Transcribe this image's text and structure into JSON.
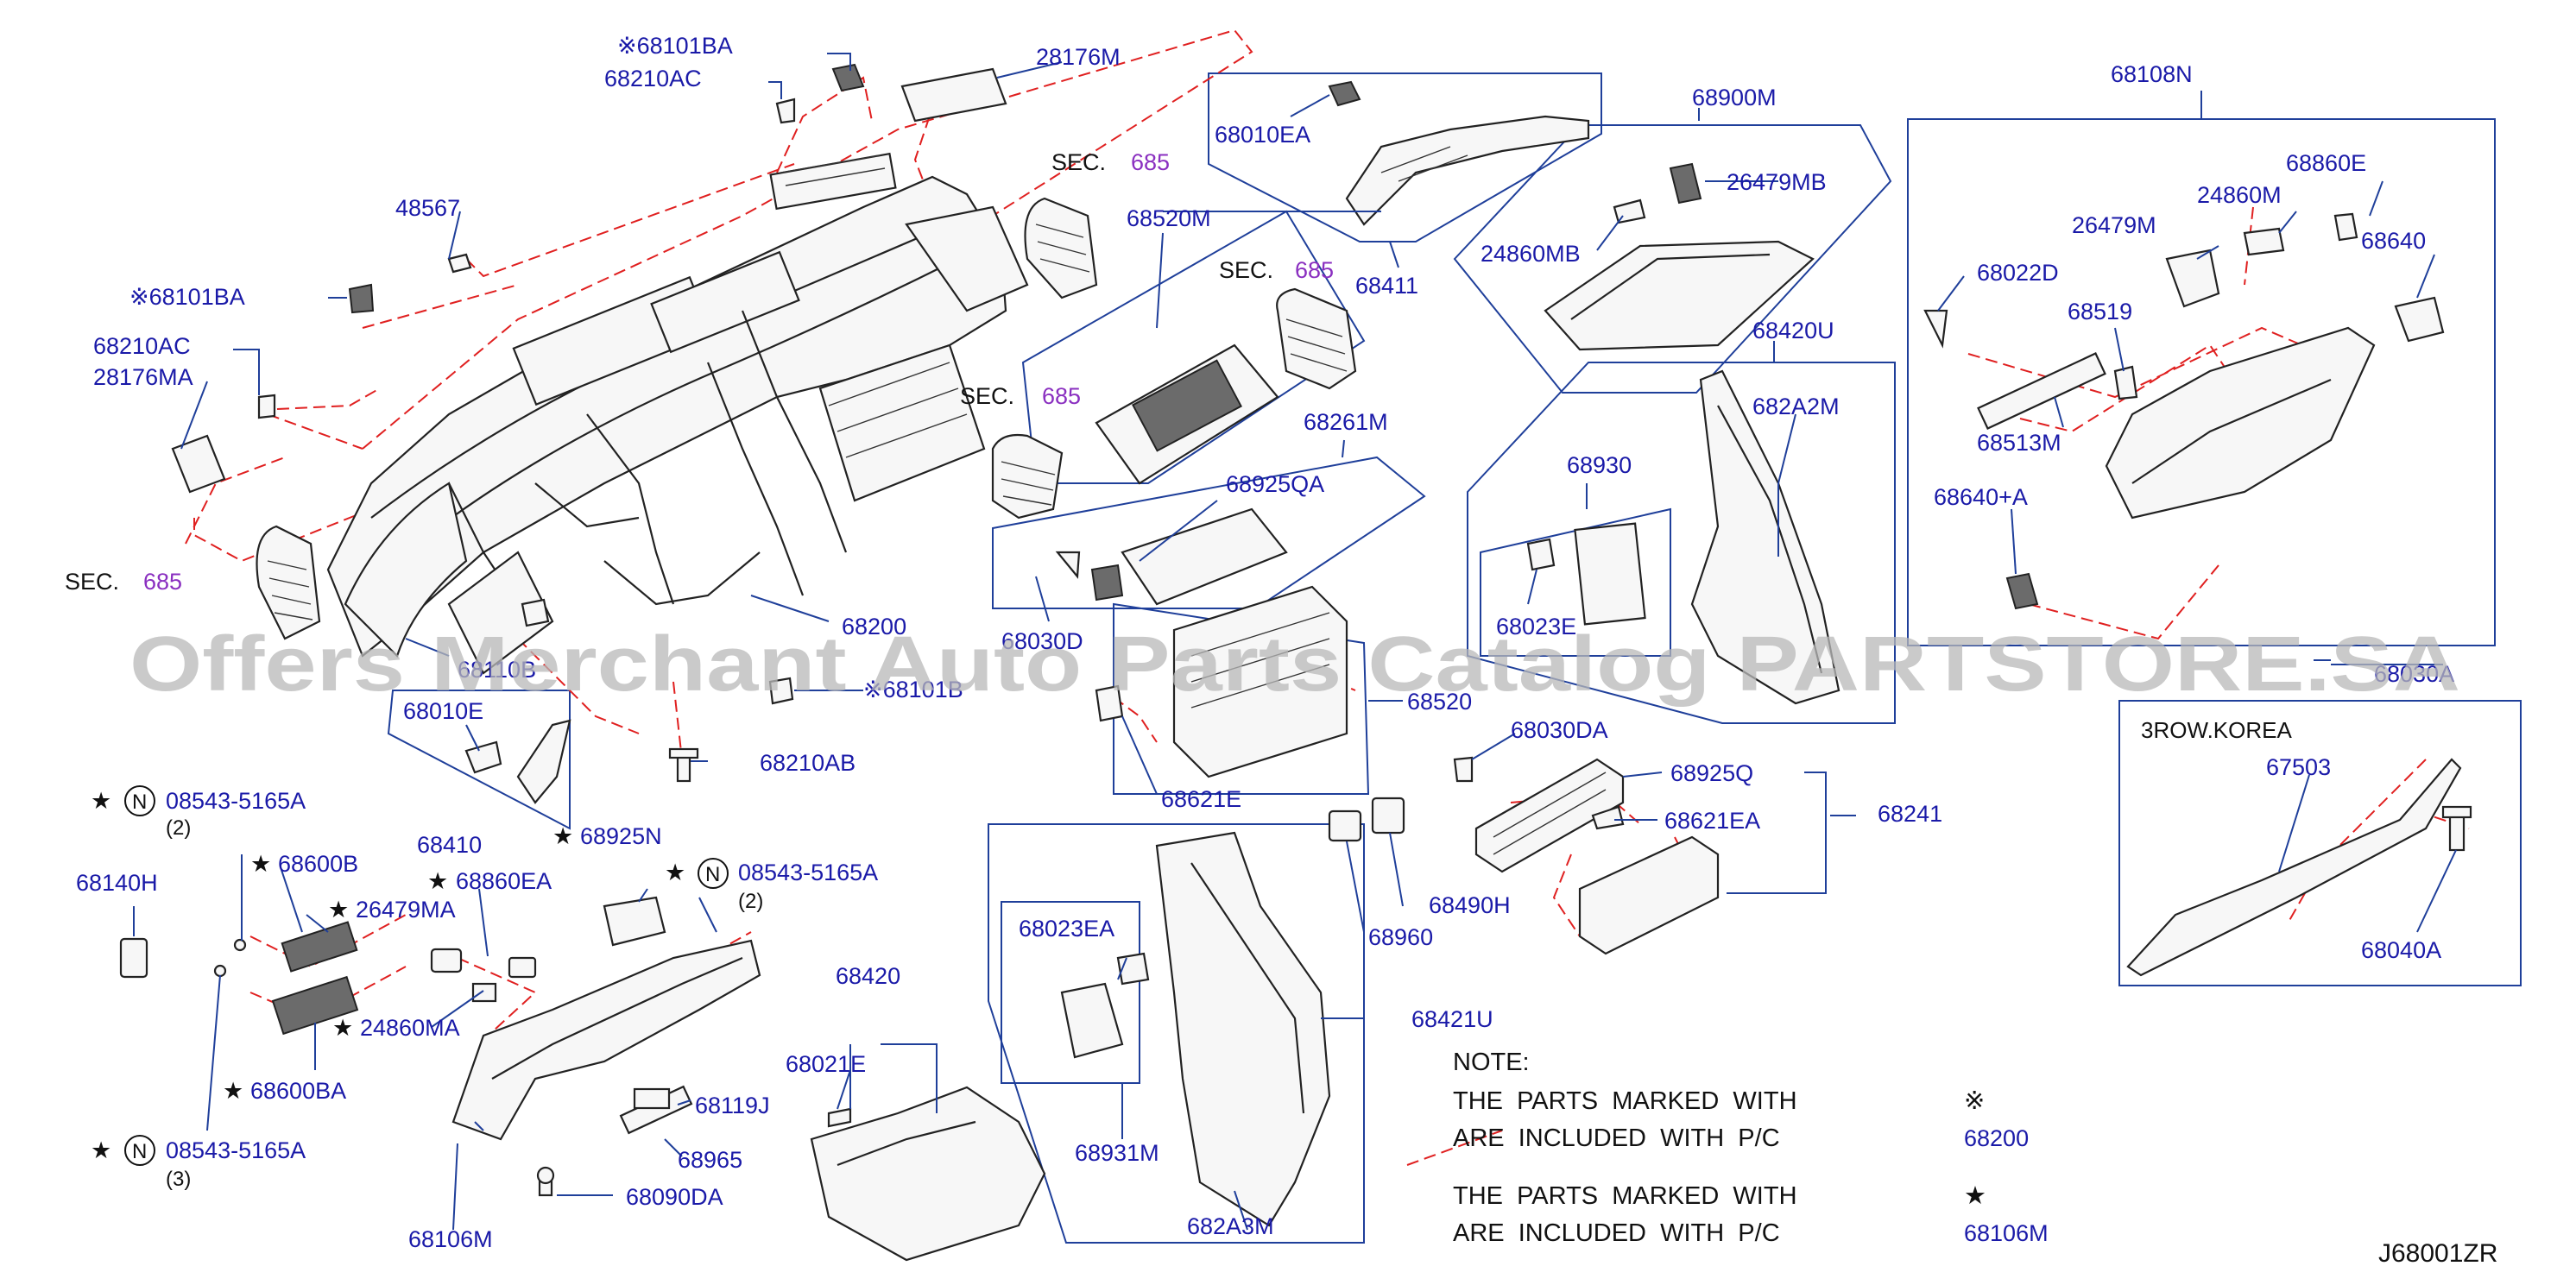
{
  "labels": {
    "p68101BA_top": "※68101BA",
    "p68210AC_top": "68210AC",
    "p28176M": "28176M",
    "p48567": "48567",
    "p68101BA_left": "※68101BA",
    "p68210AC_left": "68210AC",
    "p28176MA": "28176MA",
    "p68010EA": "68010EA",
    "p68411": "68411",
    "p68900M": "68900M",
    "p26479MB": "26479MB",
    "p24860MB": "24860MB",
    "p68108N": "68108N",
    "p68860E": "68860E",
    "p24860M": "24860M",
    "p26479M": "26479M",
    "p68640": "68640",
    "p68022D": "68022D",
    "p68519": "68519",
    "p68513M": "68513M",
    "p68640A": "68640+A",
    "p68520M": "68520M",
    "p68261M": "68261M",
    "p68925QA": "68925QA",
    "p68030D": "68030D",
    "p68420U": "68420U",
    "p682A2M": "682A2M",
    "p68930": "68930",
    "p68023E": "68023E",
    "p68200": "68200",
    "p6811B": "68110B",
    "p68010E": "68010E",
    "p68101B": "※68101B",
    "p68210AB": "68210AB",
    "p68520": "68520",
    "p68621E": "68621E",
    "p68030DA": "68030DA",
    "p68925Q": "68925Q",
    "p68621EA": "68621EA",
    "p68241": "68241",
    "p68410": "68410",
    "p68925N": "68925N",
    "p68860EA": "68860EA",
    "p08543_top": "08543-5165A",
    "p08543_top_qty": "(2)",
    "p68600B": "68600B",
    "p26479MA": "26479MA",
    "p68140H": "68140H",
    "p08543_right": "08543-5165A",
    "p08543_right_qty": "(2)",
    "p24860MA": "24860MA",
    "p68600BA": "68600BA",
    "p08543_bottom": "08543-5165A",
    "p08543_bottom_qty": "(3)",
    "p68420": "68420",
    "p68021E": "68021E",
    "p68119J": "68119J",
    "p68965": "68965",
    "p68090DA": "68090DA",
    "p68106M": "68106M",
    "p68023EA": "68023EA",
    "p68931M": "68931M",
    "p682A3M": "682A3M",
    "p68421U": "68421U",
    "p68490H": "68490H",
    "p68960": "68960",
    "p68030A_right": "68030A",
    "p67503": "67503",
    "p68040A": "68040A",
    "inset_korea_title": "3ROW.KOREA"
  },
  "sec_refs": [
    {
      "prefix": "SEC.",
      "num": "685"
    },
    {
      "prefix": "SEC.",
      "num": "685"
    },
    {
      "prefix": "SEC.",
      "num": "685"
    },
    {
      "prefix": "SEC.",
      "num": "685"
    }
  ],
  "notes": {
    "heading": "NOTE:",
    "line1": "THE  PARTS  MARKED  WITH",
    "line1_symbol": "※",
    "line2": "ARE  INCLUDED  WITH  P/C",
    "line2_ref": "68200",
    "line3": "THE  PARTS  MARKED  WITH",
    "line3_symbol": "★",
    "line4": "ARE  INCLUDED  WITH  P/C",
    "line4_ref": "68106M"
  },
  "symbols": {
    "star": "★",
    "n_circle": "N"
  },
  "diagram_code": "J68001ZR",
  "watermark": "Offers Merchant Auto Parts Catalog PARTSTORE.SA",
  "colors": {
    "part_number": "#1a1aa8",
    "sec_number": "#8a2fc0",
    "leader": "#1f3f9a",
    "dashed": "#e02020"
  }
}
